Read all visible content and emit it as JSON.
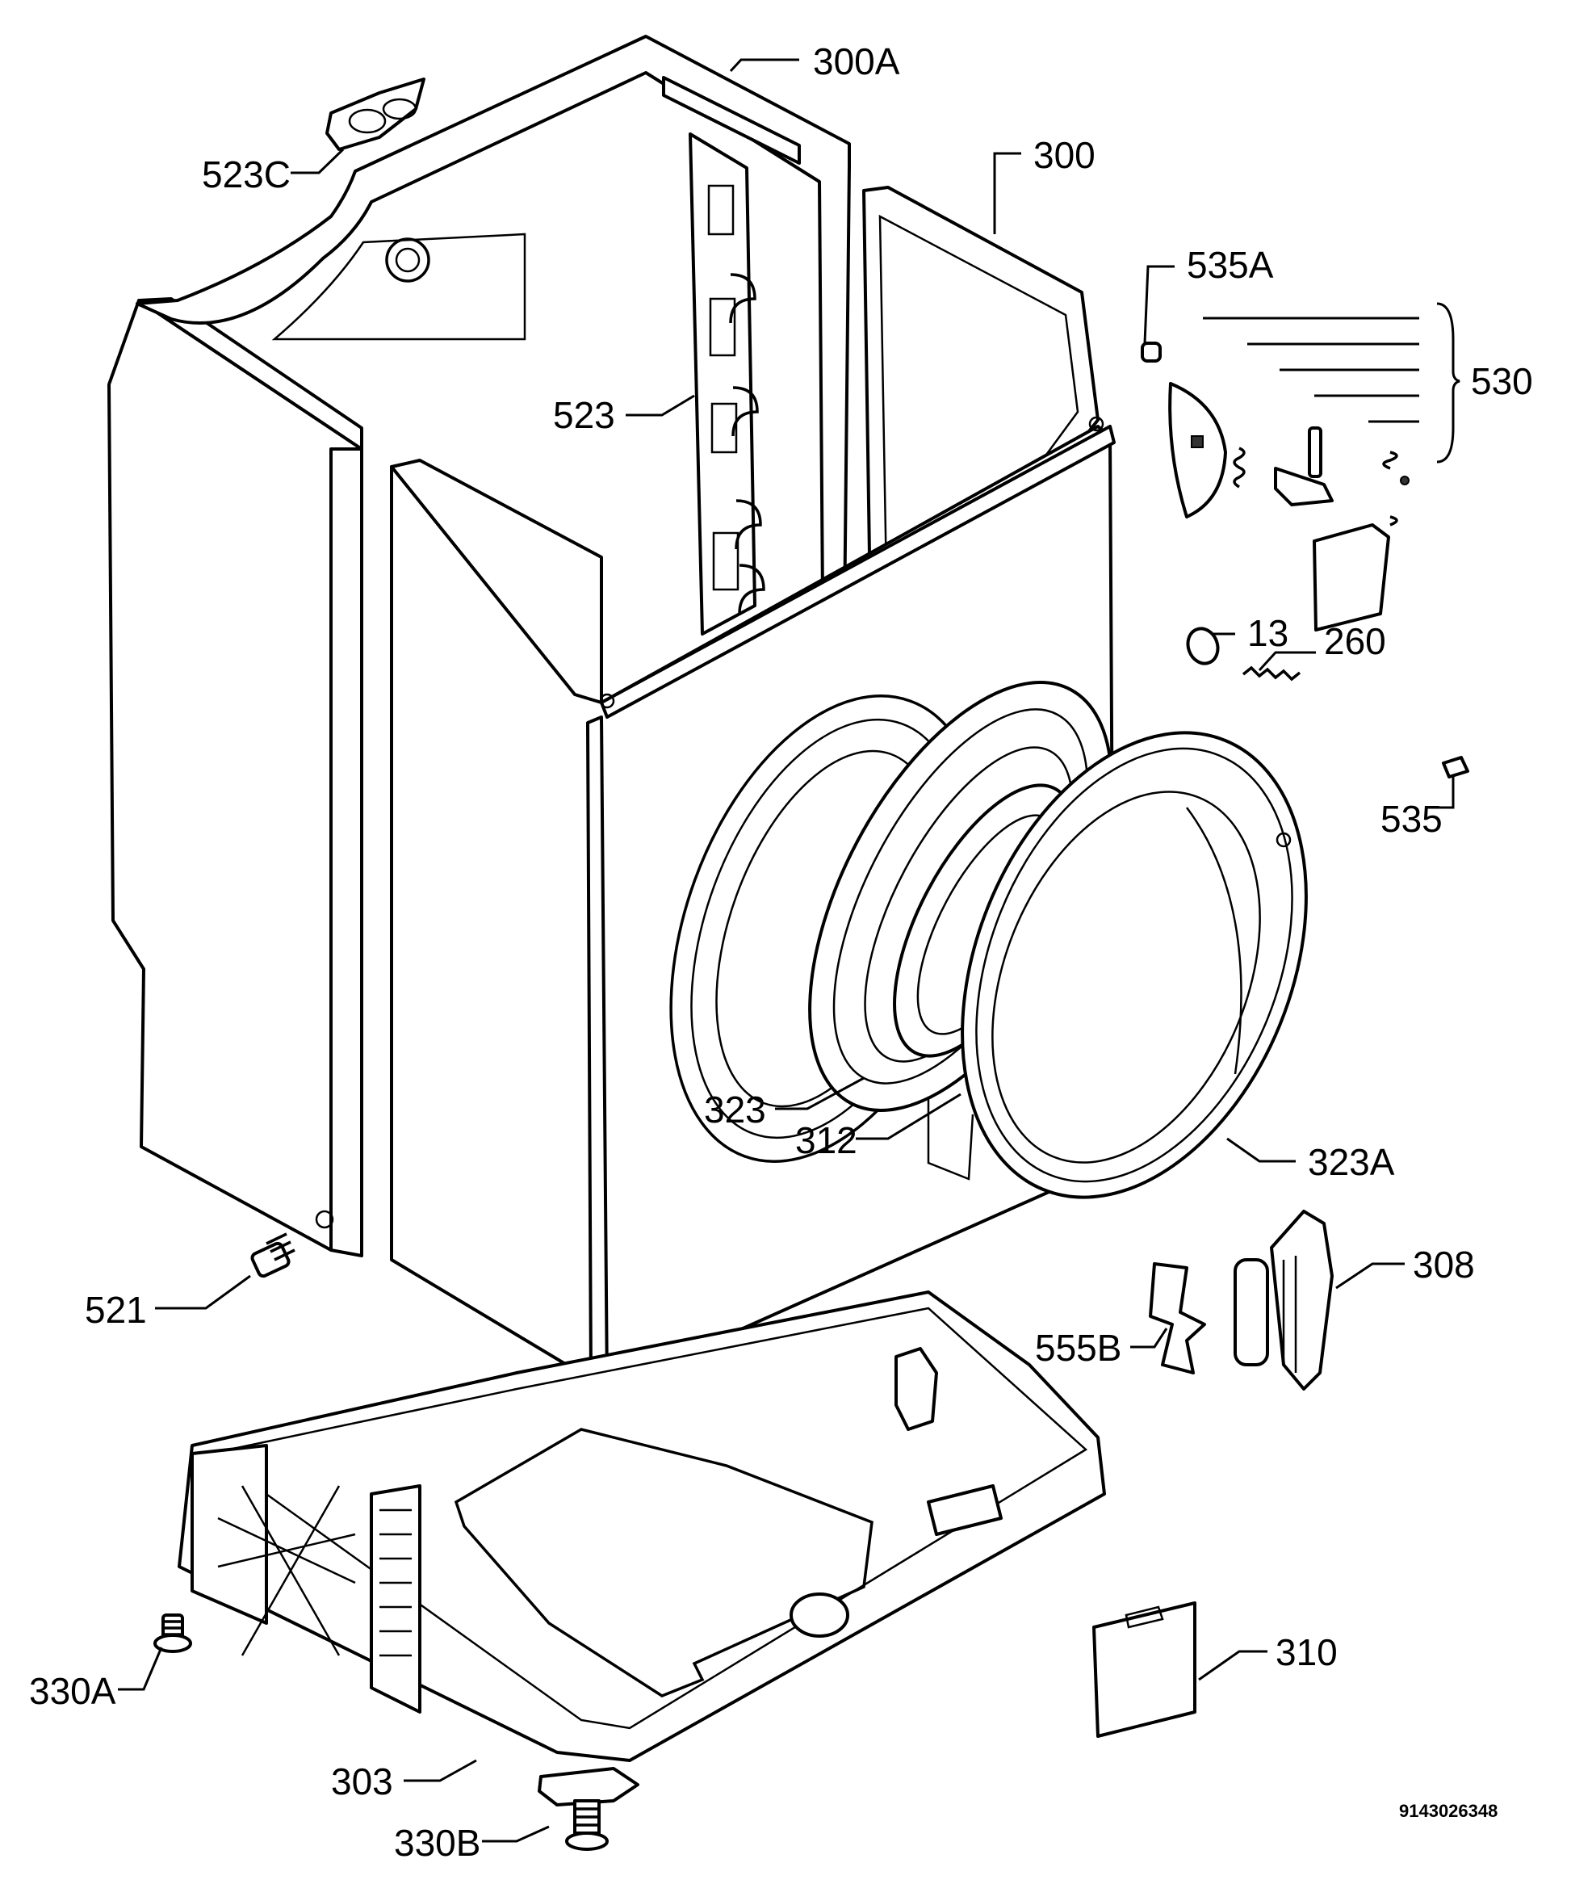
{
  "diagram": {
    "labels": {
      "l300A": "300A",
      "l523C": "523C",
      "l300": "300",
      "l535A": "535A",
      "l530": "530",
      "l523": "523",
      "l13": "13",
      "l260": "260",
      "l535": "535",
      "l323": "323",
      "l312": "312",
      "l323A": "323A",
      "l521": "521",
      "l308": "308",
      "l555B": "555B",
      "l310": "310",
      "l330A": "330A",
      "l303": "303",
      "l330B": "330B"
    },
    "drawing_code": "9143026348"
  }
}
